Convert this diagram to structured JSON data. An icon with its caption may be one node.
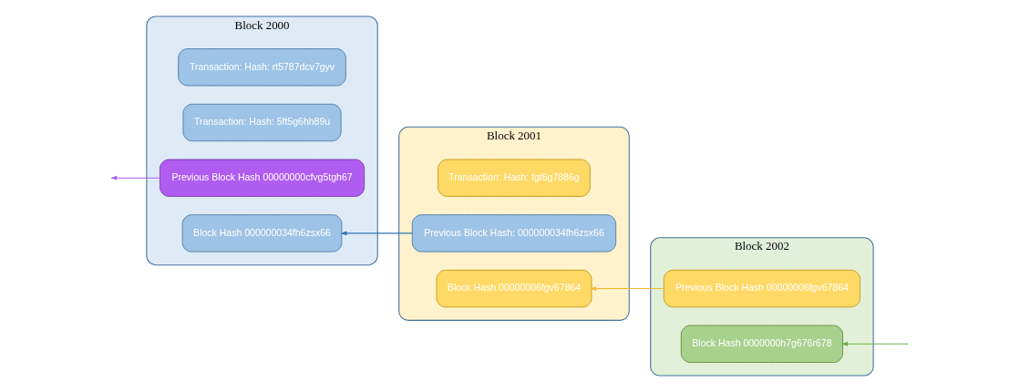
{
  "diagram": {
    "nodes": [
      {
        "text": [
          "Block 2000"
        ]
      },
      {
        "text": [
          "Block Hash 000000034fh6zsx66"
        ],
        "in": 0
      },
      {
        "text": [
          "Previous Block Hash 00000000cfvg5tgh67"
        ],
        "in": 0
      },
      {
        "text": [
          "Transaction: Hash: 5ft5g6hh89u"
        ],
        "in": 0
      },
      {
        "text": [
          "Transaction: Hash: rt5787dcv7gyv"
        ],
        "in": 0
      },
      {
        "text": [
          "Block 2001"
        ]
      },
      {
        "text": [
          "Block Hash 00000006fgv67864"
        ],
        "in": 5
      },
      {
        "text": [
          "Previous Block Hash: 000000034fh6zsx66"
        ],
        "in": 5
      },
      {
        "text": [
          "Transaction: Hash: fgt6g7886g"
        ],
        "in": 5
      },
      {
        "text": [
          "Block 2002"
        ]
      },
      {
        "text": [
          "Block Hash 0000000h7g676r678"
        ],
        "in": 9
      },
      {
        "text": [
          "Previous Block Hash 00000006fgv67864"
        ],
        "in": 9
      }
    ],
    "edges": [
      {
        "from": 2,
        "to": null,
        "arrow": "to",
        "color": "#b05cf0"
      },
      {
        "from": 7,
        "to": 1,
        "arrow": "to",
        "color": "#2e75b6"
      },
      {
        "from": 11,
        "to": 6,
        "arrow": "to",
        "color": "#f5b82e"
      },
      {
        "from": null,
        "to": 10,
        "arrow": "to",
        "color": "#70ad47"
      }
    ]
  }
}
